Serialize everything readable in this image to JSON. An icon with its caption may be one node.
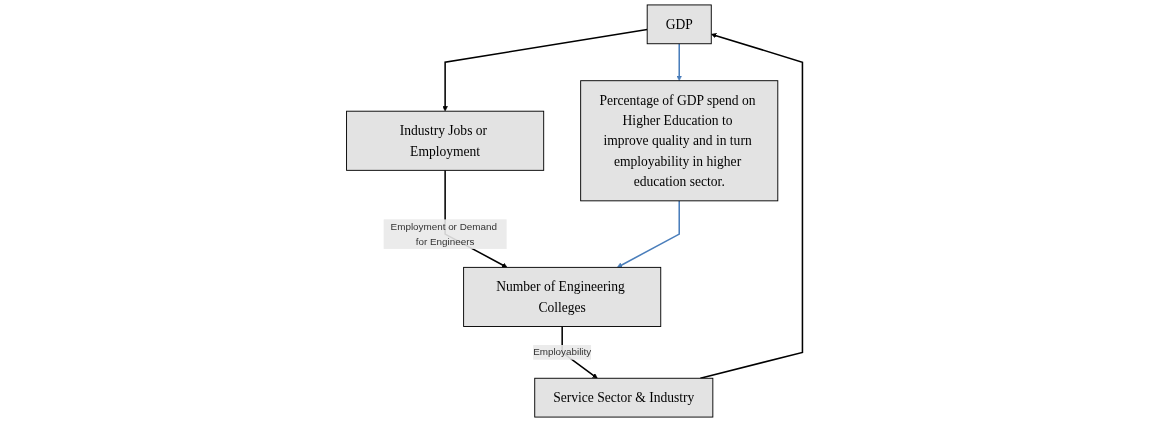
{
  "diagram": {
    "nodes": [
      {
        "text": [
          "GDP"
        ]
      },
      {
        "text": [
          "Percentage of GDP spend on Higher Education to improve quality and in turn employability in higher education sector."
        ]
      },
      {
        "text": [
          "Industry Jobs or Employment"
        ]
      },
      {
        "text": [
          "Service Sector & Industry"
        ]
      },
      {
        "text": [
          "Number of Engineering Colleges"
        ]
      }
    ],
    "edges": [
      {
        "from": 0,
        "to": 1,
        "arrow": "to",
        "color": "#4a7ebb"
      },
      {
        "from": 0,
        "to": 2,
        "arrow": "to"
      },
      {
        "from": 3,
        "to": 0,
        "arrow": "to"
      },
      {
        "from": 2,
        "to": 4,
        "arrow": "to",
        "label": "Employment or Demand for Engineers"
      },
      {
        "from": 4,
        "to": 3,
        "arrow": "to",
        "label": "Employability"
      },
      {
        "from": 1,
        "to": 4,
        "arrow": "to",
        "color": "#4a7ebb"
      }
    ]
  }
}
